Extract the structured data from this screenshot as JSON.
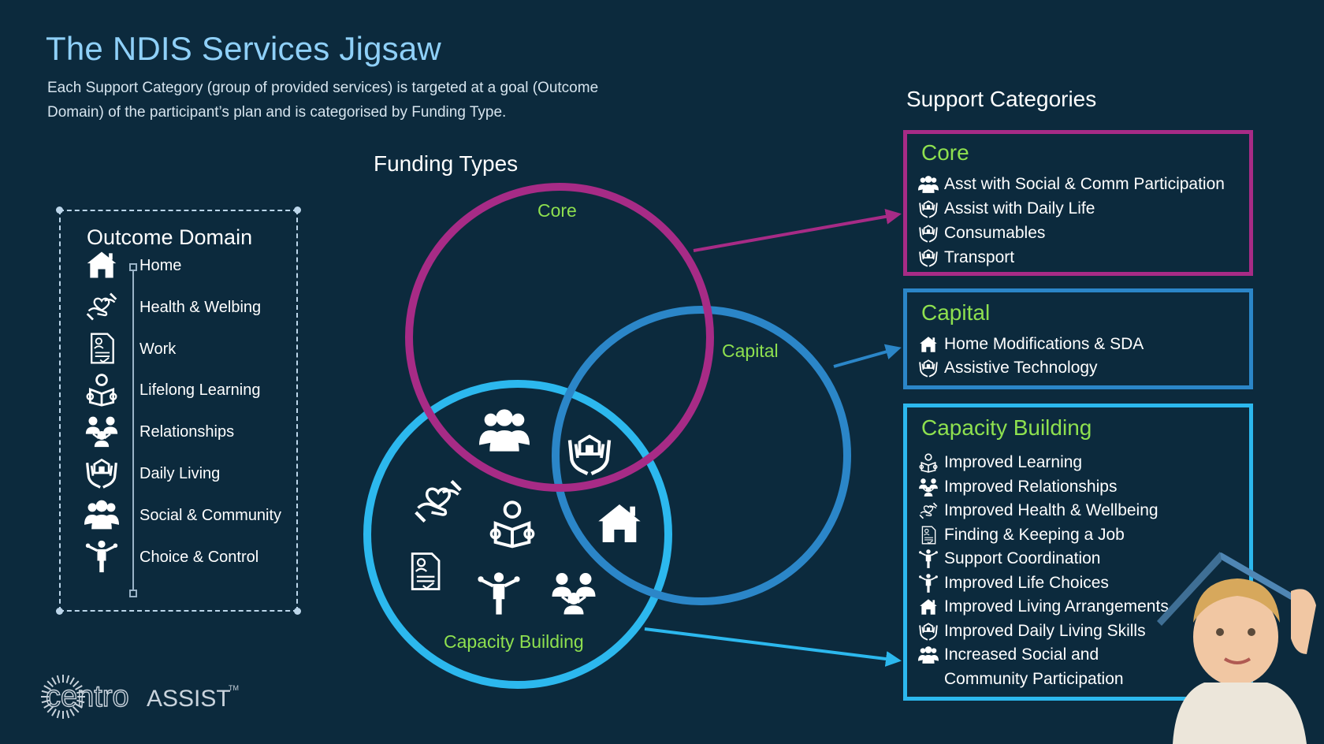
{
  "title": "The NDIS Services Jigsaw",
  "subtitle": "Each Support Category (group of provided services) is targeted at a goal (Outcome Domain) of the participant’s plan and is categorised by Funding Type.",
  "outcome_domain": {
    "title": "Outcome Domain",
    "items": [
      {
        "label": "Home",
        "icon": "house-icon"
      },
      {
        "label": "Health & Welbing",
        "icon": "heart-hands-icon"
      },
      {
        "label": "Work",
        "icon": "resume-document-icon"
      },
      {
        "label": "Lifelong Learning",
        "icon": "person-reading-icon"
      },
      {
        "label": "Relationships",
        "icon": "connected-people-icon"
      },
      {
        "label": "Daily Living",
        "icon": "hands-supporting-icon"
      },
      {
        "label": "Social & Community",
        "icon": "group-people-icon"
      },
      {
        "label": "Choice & Control",
        "icon": "person-arms-out-icon"
      }
    ]
  },
  "funding_types": {
    "title": "Funding Types",
    "core": "Core",
    "capital": "Capital",
    "capacity": "Capacity Building"
  },
  "support_categories": {
    "title": "Support Categories",
    "core": {
      "title": "Core",
      "items": [
        {
          "label": "Asst with Social & Comm Participation",
          "icon": "group-people-icon"
        },
        {
          "label": "Assist with Daily Life",
          "icon": "hands-supporting-icon"
        },
        {
          "label": "Consumables",
          "icon": "hands-supporting-icon"
        },
        {
          "label": "Transport",
          "icon": "hands-supporting-icon"
        }
      ]
    },
    "capital": {
      "title": "Capital",
      "items": [
        {
          "label": "Home Modifications & SDA",
          "icon": "house-icon"
        },
        {
          "label": "Assistive Technology",
          "icon": "hands-supporting-icon"
        }
      ]
    },
    "capacity": {
      "title": "Capacity Building",
      "items": [
        {
          "label": "Improved Learning",
          "icon": "person-reading-icon"
        },
        {
          "label": "Improved Relationships",
          "icon": "connected-people-icon"
        },
        {
          "label": "Improved Health & Wellbeing",
          "icon": "heart-hands-icon"
        },
        {
          "label": "Finding & Keeping a Job",
          "icon": "resume-document-icon"
        },
        {
          "label": "Support Coordination",
          "icon": "person-arms-out-icon"
        },
        {
          "label": "Improved Life Choices",
          "icon": "person-arms-out-icon"
        },
        {
          "label": "Improved Living Arrangements",
          "icon": "house-icon"
        },
        {
          "label": "Improved Daily Living Skills",
          "icon": "hands-supporting-icon"
        },
        {
          "label": "Increased Social and",
          "icon": "group-people-icon"
        },
        {
          "label": "Community Participation",
          "icon": ""
        }
      ]
    }
  },
  "logo": {
    "centro": "centro",
    "assist": "ASSIST",
    "tm": "TM"
  },
  "colors": {
    "background": "#0c2a3d",
    "core": "#a72b86",
    "capital": "#2b86c8",
    "capacity": "#2cb8ee",
    "accent_green": "#8ee04f",
    "title_blue": "#8fd0f8"
  }
}
